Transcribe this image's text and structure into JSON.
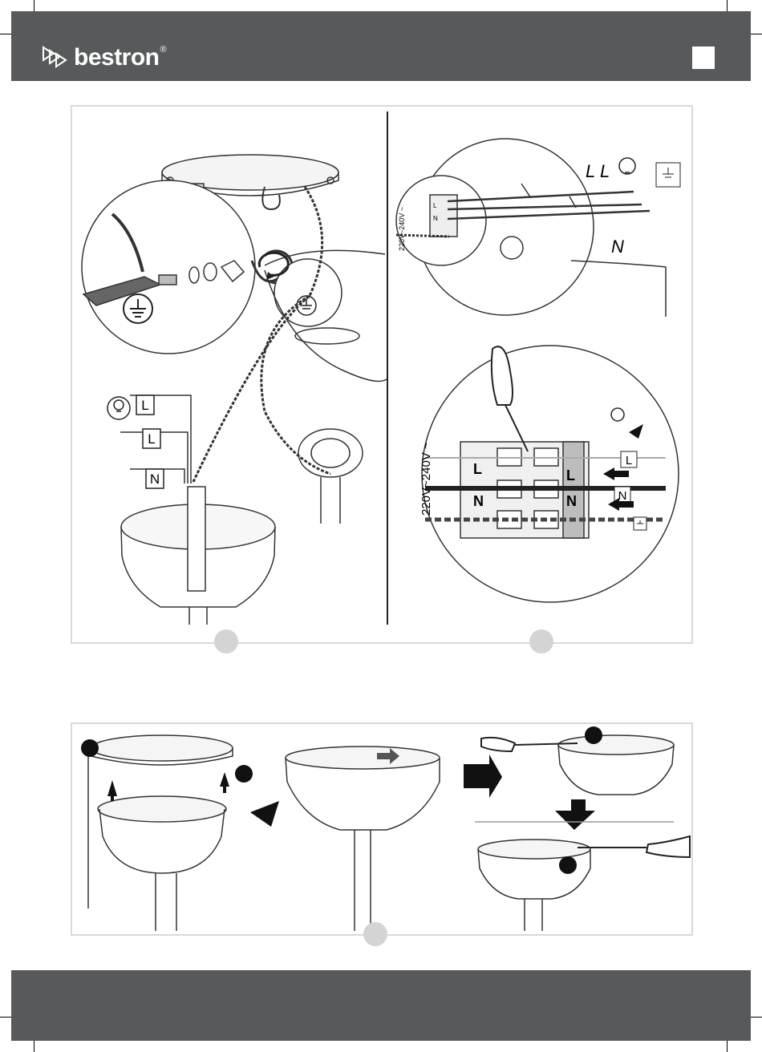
{
  "header": {
    "brand": "bestron",
    "registered_mark": "®",
    "colors": {
      "bar": "#58595b",
      "panel_border": "#d9d9d9",
      "step_dot": "#d4d4d4",
      "arrow": "#1a1a1a"
    }
  },
  "figure_top": {
    "left_labels": {
      "live_1": "L",
      "live_2": "L",
      "neutral": "N"
    },
    "right_upper": {
      "voltage": "220V~240V ~",
      "live_1": "L",
      "live_2": "L",
      "neutral": "N",
      "terminal_l": "L",
      "terminal_n": "N"
    },
    "right_lower": {
      "voltage": "220V~240V ~",
      "terminal_l_left": "L",
      "terminal_n_left": "N",
      "terminal_l_right": "L",
      "terminal_n_right": "N",
      "wire_l": "L",
      "wire_n": "N"
    }
  },
  "icons": [
    "ground-icon",
    "bulb-icon",
    "screwdriver-icon",
    "rotate-arrow-icon",
    "step-arrow-icon"
  ]
}
